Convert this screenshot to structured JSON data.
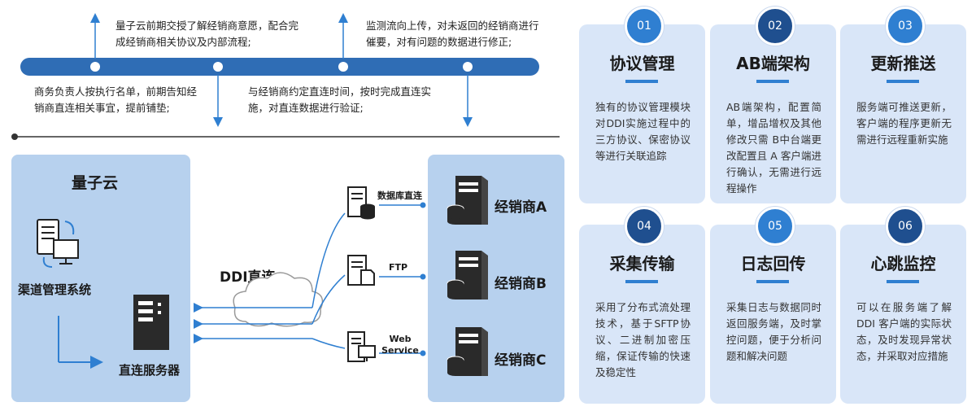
{
  "timeline": {
    "notes_top": [
      "量子云前期交授了解经销商意愿，配合完成经销商相关协议及内部流程;",
      "监测流向上传，对未返回的经销商进行催要，对有问题的数据进行修正;"
    ],
    "notes_bottom": [
      "商务负责人按执行名单，前期告知经销商直连相关事宜，提前铺垫;",
      "与经销商约定直连时间，按时完成直连实施，对直连数据进行验证;"
    ]
  },
  "diagram": {
    "left_panel_title": "量子云",
    "channel_system_label": "渠道管理系统",
    "direct_server_label": "直连服务器",
    "ddi_label": "DDI直连",
    "connectors": [
      {
        "label": "数据库直连",
        "icon": "database-server-icon"
      },
      {
        "label": "FTP",
        "icon": "ftp-server-icon"
      },
      {
        "label": "Web Service",
        "icon": "web-service-icon"
      }
    ],
    "dealers": [
      "经销商A",
      "经销商B",
      "经销商C"
    ]
  },
  "cards": [
    {
      "number": "01",
      "title": "协议管理",
      "body": "独有的协议管理模块对DDI实施过程中的三方协议、保密协议等进行关联追踪"
    },
    {
      "number": "02",
      "title": "AB端架构",
      "body": "AB端架构，配置简单，增品增权及其他修改只需 B中台端更改配置且 A 客户端进行确认，无需进行远程操作"
    },
    {
      "number": "03",
      "title": "更新推送",
      "body": "服务端可推送更新，客户端的程序更新无需进行远程重新实施"
    },
    {
      "number": "04",
      "title": "采集传输",
      "body": "采用了分布式流处理技术，基于SFTP协议、二进制加密压缩，保证传输的快速及稳定性"
    },
    {
      "number": "05",
      "title": "日志回传",
      "body": "采集日志与数据同时返回服务端，及时掌控问题，便于分析问题和解决问题"
    },
    {
      "number": "06",
      "title": "心跳监控",
      "body": "可以在服务端了解 DDI 客户端的实际状态，及时发现异常状态，并采取对应措施"
    }
  ],
  "colors": {
    "accent": "#2f7fd1",
    "dark_accent": "#1f4f8f",
    "panel": "#b7d1ee",
    "card": "#d9e6f8",
    "timeline_bar": "#2f6db5"
  }
}
